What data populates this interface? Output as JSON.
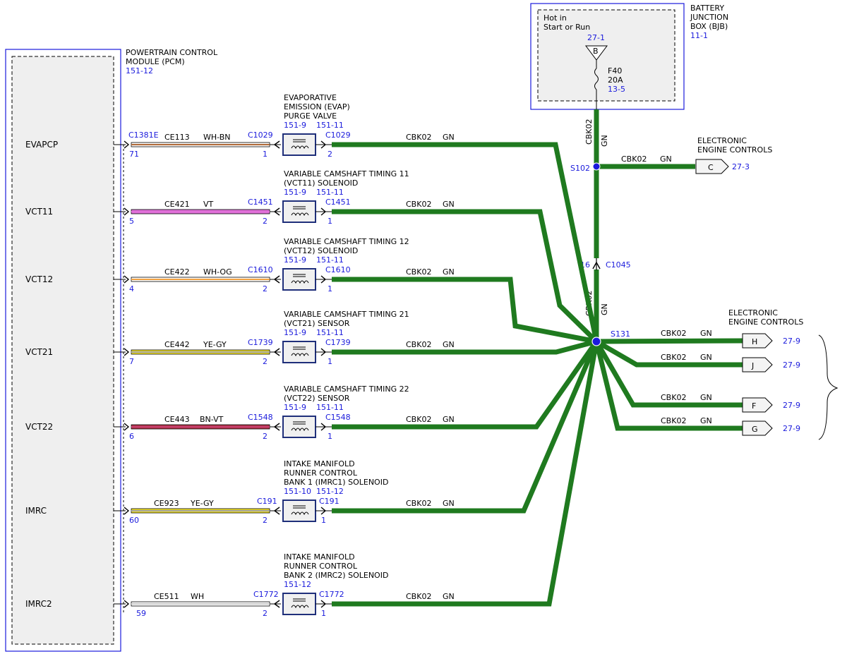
{
  "bjb": {
    "title1": "BATTERY",
    "title2": "JUNCTION",
    "title3": "BOX (BJB)",
    "ref": "11-1",
    "hot1": "Hot in",
    "hot2": "Start or Run",
    "conn_ref": "27-1",
    "pin": "B",
    "fuse": "F40",
    "amps": "20A",
    "fuse_ref": "13-5"
  },
  "pcm": {
    "title1": "POWERTRAIN CONTROL",
    "title2": "MODULE (PCM)",
    "ref": "151-12"
  },
  "eec_top": {
    "title1": "ELECTRONIC",
    "title2": "ENGINE CONTROLS",
    "pin": "C",
    "ref": "27-3",
    "wire": "CBK02",
    "color": "GN"
  },
  "eec_right": {
    "title1": "ELECTRONIC",
    "title2": "ENGINE CONTROLS"
  },
  "s102": "S102",
  "s131": "S131",
  "c1045": {
    "name": "C1045",
    "pin": "16"
  },
  "vert_wire1": {
    "wire": "CBK02",
    "color": "GN"
  },
  "vert_wire2": {
    "wire": "CBK02",
    "color": "GN"
  },
  "right_branches": [
    {
      "pin": "H",
      "ref": "27-9",
      "wire": "CBK02",
      "color": "GN"
    },
    {
      "pin": "J",
      "ref": "27-9",
      "wire": "CBK02",
      "color": "GN"
    },
    {
      "pin": "F",
      "ref": "27-9",
      "wire": "CBK02",
      "color": "GN"
    },
    {
      "pin": "G",
      "ref": "27-9",
      "wire": "CBK02",
      "color": "GN"
    }
  ],
  "circuits": [
    {
      "signal": "EVAPCP",
      "pcm_conn": "C1381E",
      "pcm_pin": "71",
      "circuit": "CE113",
      "color": "WH-BN",
      "dev_conn": "C1029",
      "dev_pin_in": "1",
      "dev_conn_out": "C1029",
      "dev_pin_out": "2",
      "title": [
        "EVAPORATIVE",
        "EMISSION (EVAP)",
        "PURGE VALVE"
      ],
      "refs": "151-9    151-11",
      "gnd": "CBK02",
      "gnd_color": "GN"
    },
    {
      "signal": "VCT11",
      "pcm_conn": "",
      "pcm_pin": "5",
      "circuit": "CE421",
      "color": "VT",
      "dev_conn": "C1451",
      "dev_pin_in": "2",
      "dev_conn_out": "C1451",
      "dev_pin_out": "1",
      "title": [
        "VARIABLE CAMSHAFT TIMING 11",
        "(VCT11) SOLENOID"
      ],
      "refs": "151-9    151-11",
      "gnd": "CBK02",
      "gnd_color": "GN"
    },
    {
      "signal": "VCT12",
      "pcm_conn": "",
      "pcm_pin": "4",
      "circuit": "CE422",
      "color": "WH-OG",
      "dev_conn": "C1610",
      "dev_pin_in": "2",
      "dev_conn_out": "C1610",
      "dev_pin_out": "1",
      "title": [
        "VARIABLE CAMSHAFT TIMING 12",
        "(VCT12) SOLENOID"
      ],
      "refs": "151-9    151-11",
      "gnd": "CBK02",
      "gnd_color": "GN"
    },
    {
      "signal": "VCT21",
      "pcm_conn": "",
      "pcm_pin": "7",
      "circuit": "CE442",
      "color": "YE-GY",
      "dev_conn": "C1739",
      "dev_pin_in": "2",
      "dev_conn_out": "C1739",
      "dev_pin_out": "1",
      "title": [
        "VARIABLE CAMSHAFT TIMING 21",
        "(VCT21) SENSOR"
      ],
      "refs": "151-9    151-11",
      "gnd": "CBK02",
      "gnd_color": "GN"
    },
    {
      "signal": "VCT22",
      "pcm_conn": "",
      "pcm_pin": "6",
      "circuit": "CE443",
      "color": "BN-VT",
      "dev_conn": "C1548",
      "dev_pin_in": "2",
      "dev_conn_out": "C1548",
      "dev_pin_out": "1",
      "title": [
        "VARIABLE CAMSHAFT TIMING 22",
        "(VCT22) SENSOR"
      ],
      "refs": "151-9    151-11",
      "gnd": "CBK02",
      "gnd_color": "GN"
    },
    {
      "signal": "IMRC",
      "pcm_conn": "",
      "pcm_pin": "60",
      "circuit": "CE923",
      "color": "YE-GY",
      "dev_conn": "C191",
      "dev_pin_in": "2",
      "dev_conn_out": "C191",
      "dev_pin_out": "1",
      "title": [
        "INTAKE MANIFOLD",
        "RUNNER CONTROL",
        "BANK 1 (IMRC1) SOLENOID"
      ],
      "refs": "151-10  151-12",
      "gnd": "CBK02",
      "gnd_color": "GN"
    },
    {
      "signal": "IMRC2",
      "pcm_conn": "",
      "pcm_pin": "59",
      "circuit": "CE511",
      "color": "WH",
      "dev_conn": "C1772",
      "dev_pin_in": "2",
      "dev_conn_out": "C1772",
      "dev_pin_out": "1",
      "title": [
        "INTAKE MANIFOLD",
        "RUNNER CONTROL",
        "BANK 2 (IMRC2) SOLENOID"
      ],
      "refs": "151-12",
      "gnd": "CBK02",
      "gnd_color": "GN"
    }
  ],
  "wire_colors": {
    "WH-BN": [
      "#ffffff",
      "#b06a3a"
    ],
    "VT": [
      "#e070d8",
      "#e070d8"
    ],
    "WH-OG": [
      "#ffffff",
      "#f0a040"
    ],
    "YE-GY": [
      "#f2e22a",
      "#a0a0a0"
    ],
    "BN-VT": [
      "#b0354a",
      "#c84070"
    ],
    "WH": [
      "#ffffff",
      "#cccccc"
    ],
    "GN": "#1f7a1f",
    "accent": "#1a1adc"
  }
}
